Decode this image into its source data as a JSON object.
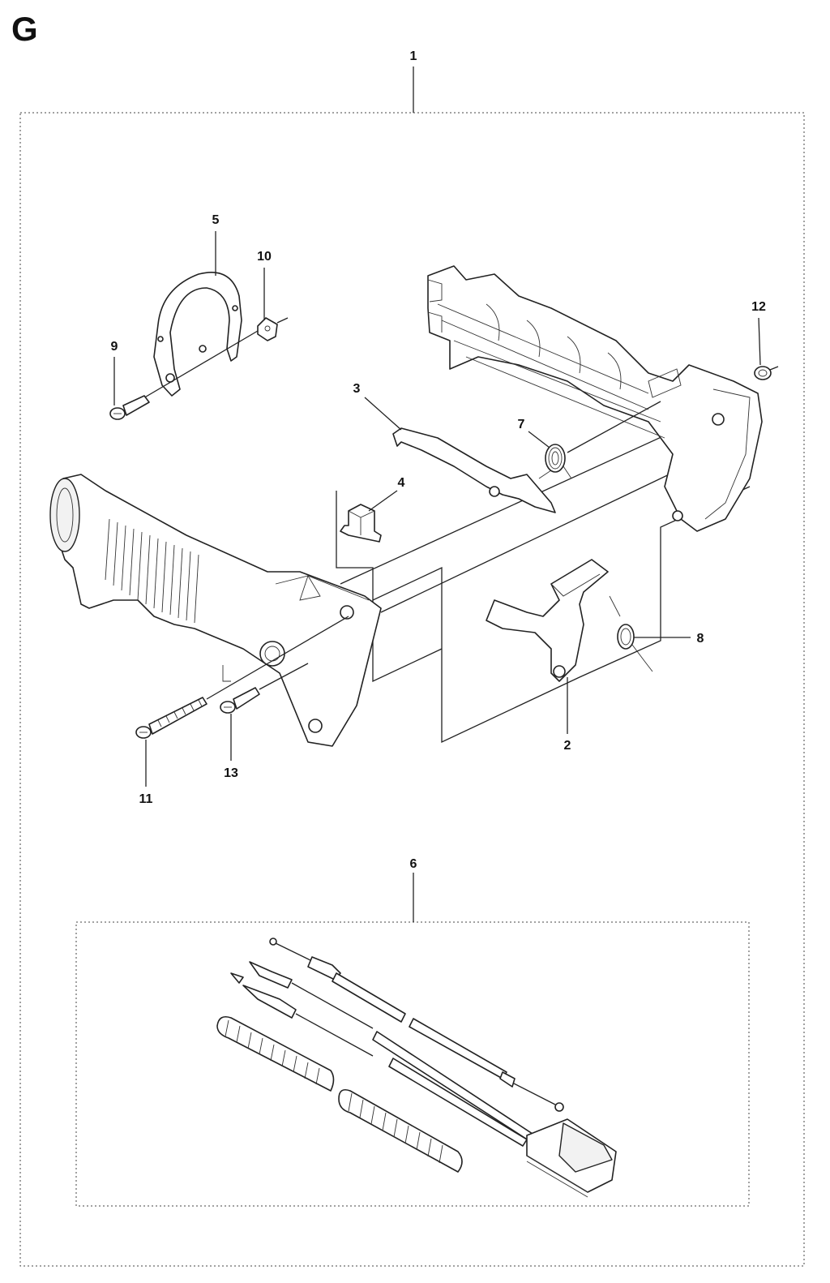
{
  "section": "G",
  "callouts": {
    "c1": "1",
    "c2": "2",
    "c3": "3",
    "c4": "4",
    "c5": "5",
    "c6": "6",
    "c7": "7",
    "c8": "8",
    "c9": "9",
    "c10": "10",
    "c11": "11",
    "c12": "12",
    "c13": "13"
  }
}
